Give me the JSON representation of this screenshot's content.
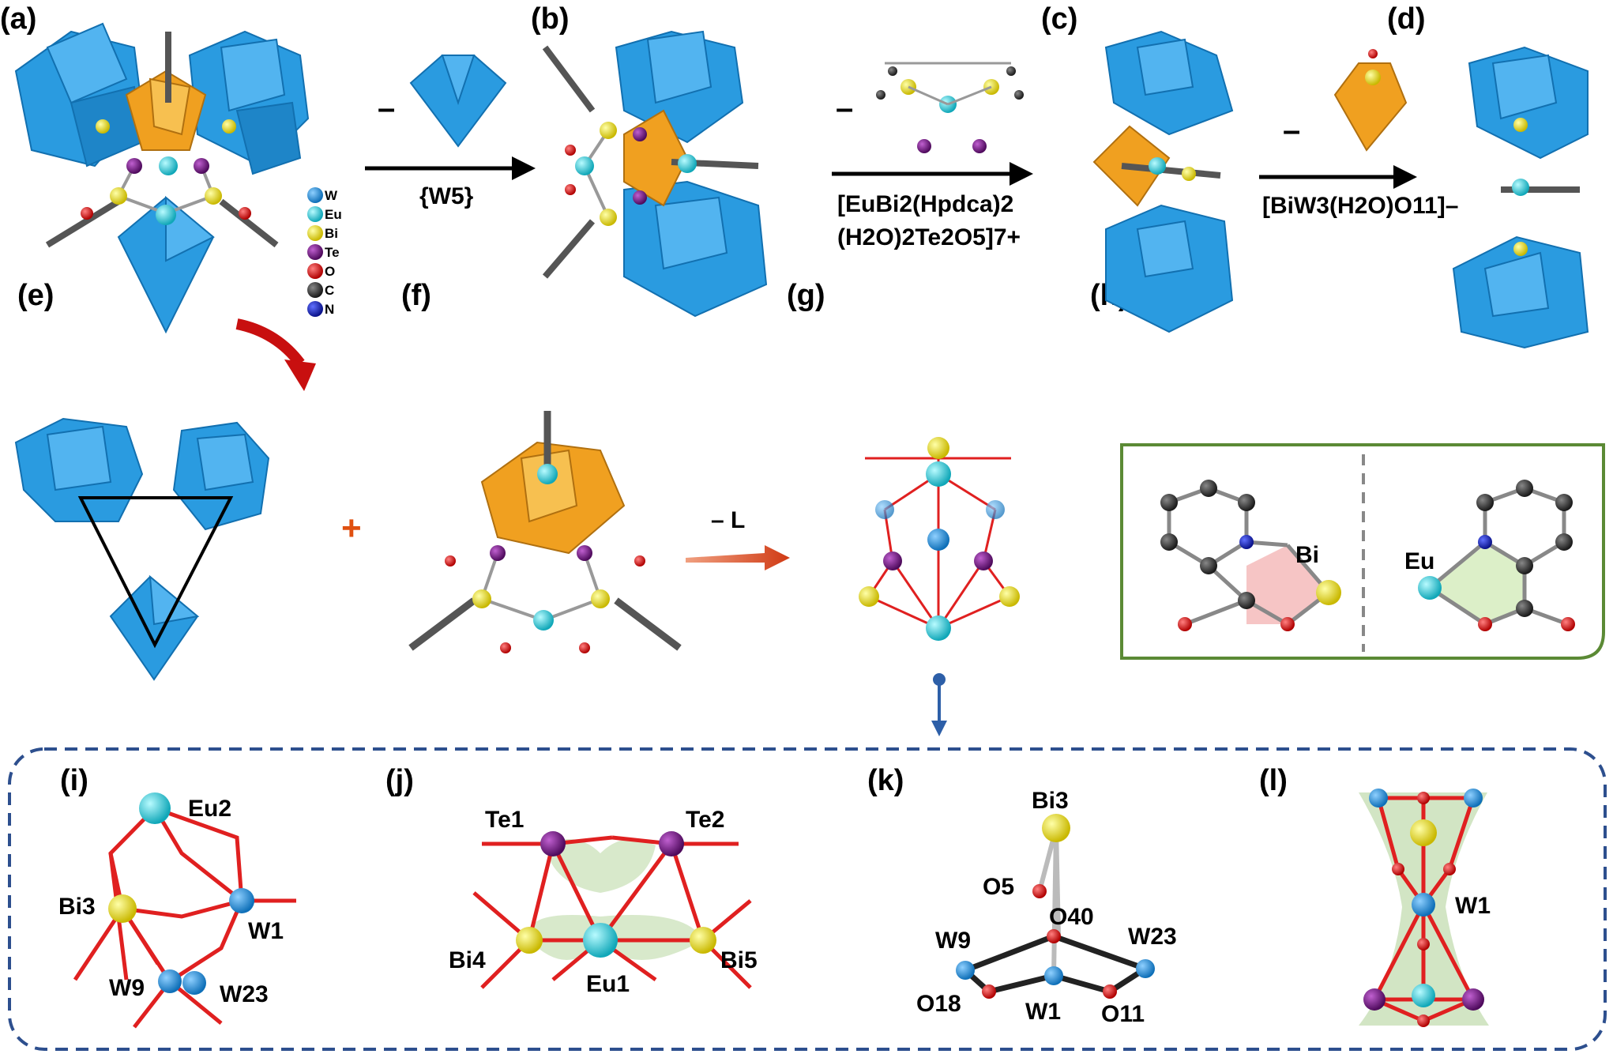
{
  "panels": {
    "a": "(a)",
    "b": "(b)",
    "c": "(c)",
    "d": "(d)",
    "e": "(e)",
    "f": "(f)",
    "g": "(g)",
    "h": "(h)",
    "i": "(i)",
    "j": "(j)",
    "k": "(k)",
    "l": "(l)"
  },
  "legend": [
    {
      "label": "W",
      "color": "#1f8fd6"
    },
    {
      "label": "Eu",
      "color": "#22d3dd"
    },
    {
      "label": "Bi",
      "color": "#f2e600"
    },
    {
      "label": "Te",
      "color": "#7a1a8a"
    },
    {
      "label": "O",
      "color": "#e00000"
    },
    {
      "label": "C",
      "color": "#333333"
    },
    {
      "label": "N",
      "color": "#1020b0"
    }
  ],
  "arrows": {
    "ab": {
      "minus": "–",
      "caption": "{W5}"
    },
    "bc": {
      "minus": "–",
      "caption_line1": "[EuBi2(Hpdca)2",
      "caption_line2": "(H2O)2Te2O5]7+"
    },
    "cd": {
      "minus": "–",
      "caption": "[BiW3(H2O)O11]–"
    },
    "fg": {
      "caption": "– L"
    }
  },
  "plus_sign": "+",
  "panel_h": {
    "left_atom": "Bi",
    "right_atom": "Eu"
  },
  "panel_i": {
    "labels": [
      "Eu2",
      "Bi3",
      "W1",
      "W9",
      "W23"
    ]
  },
  "panel_j": {
    "labels": [
      "Te1",
      "Te2",
      "Bi4",
      "Eu1",
      "Bi5"
    ]
  },
  "panel_k": {
    "labels": [
      "Bi3",
      "O5",
      "O40",
      "W9",
      "W23",
      "O18",
      "W1",
      "O11"
    ]
  },
  "panel_l": {
    "labels": [
      "W1"
    ]
  },
  "colors": {
    "polyhedra_blue": "#2a9be0",
    "polyhedra_orange": "#f0a020",
    "frame_green": "#5b8a35",
    "dashed_blue": "#2d4f8e",
    "arrow_red": "#d03a14"
  }
}
